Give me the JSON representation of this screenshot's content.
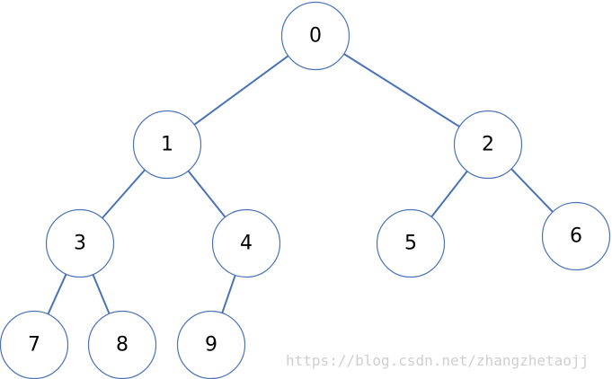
{
  "tree": {
    "nodes": [
      {
        "label": "0"
      },
      {
        "label": "1"
      },
      {
        "label": "2"
      },
      {
        "label": "3"
      },
      {
        "label": "4"
      },
      {
        "label": "5"
      },
      {
        "label": "6"
      },
      {
        "label": "7"
      },
      {
        "label": "8"
      },
      {
        "label": "9"
      }
    ],
    "edges": [
      {
        "from": "0",
        "to": "1"
      },
      {
        "from": "0",
        "to": "2"
      },
      {
        "from": "1",
        "to": "3"
      },
      {
        "from": "1",
        "to": "4"
      },
      {
        "from": "2",
        "to": "5"
      },
      {
        "from": "2",
        "to": "6"
      },
      {
        "from": "3",
        "to": "7"
      },
      {
        "from": "3",
        "to": "8"
      },
      {
        "from": "4",
        "to": "9"
      }
    ]
  },
  "watermark": "https://blog.csdn.net/zhangzhetaojj",
  "colors": {
    "edge": "#4a72b8",
    "node_border": "#4a72b8",
    "node_fill": "#ffffff",
    "watermark": "#cfcfcf"
  }
}
